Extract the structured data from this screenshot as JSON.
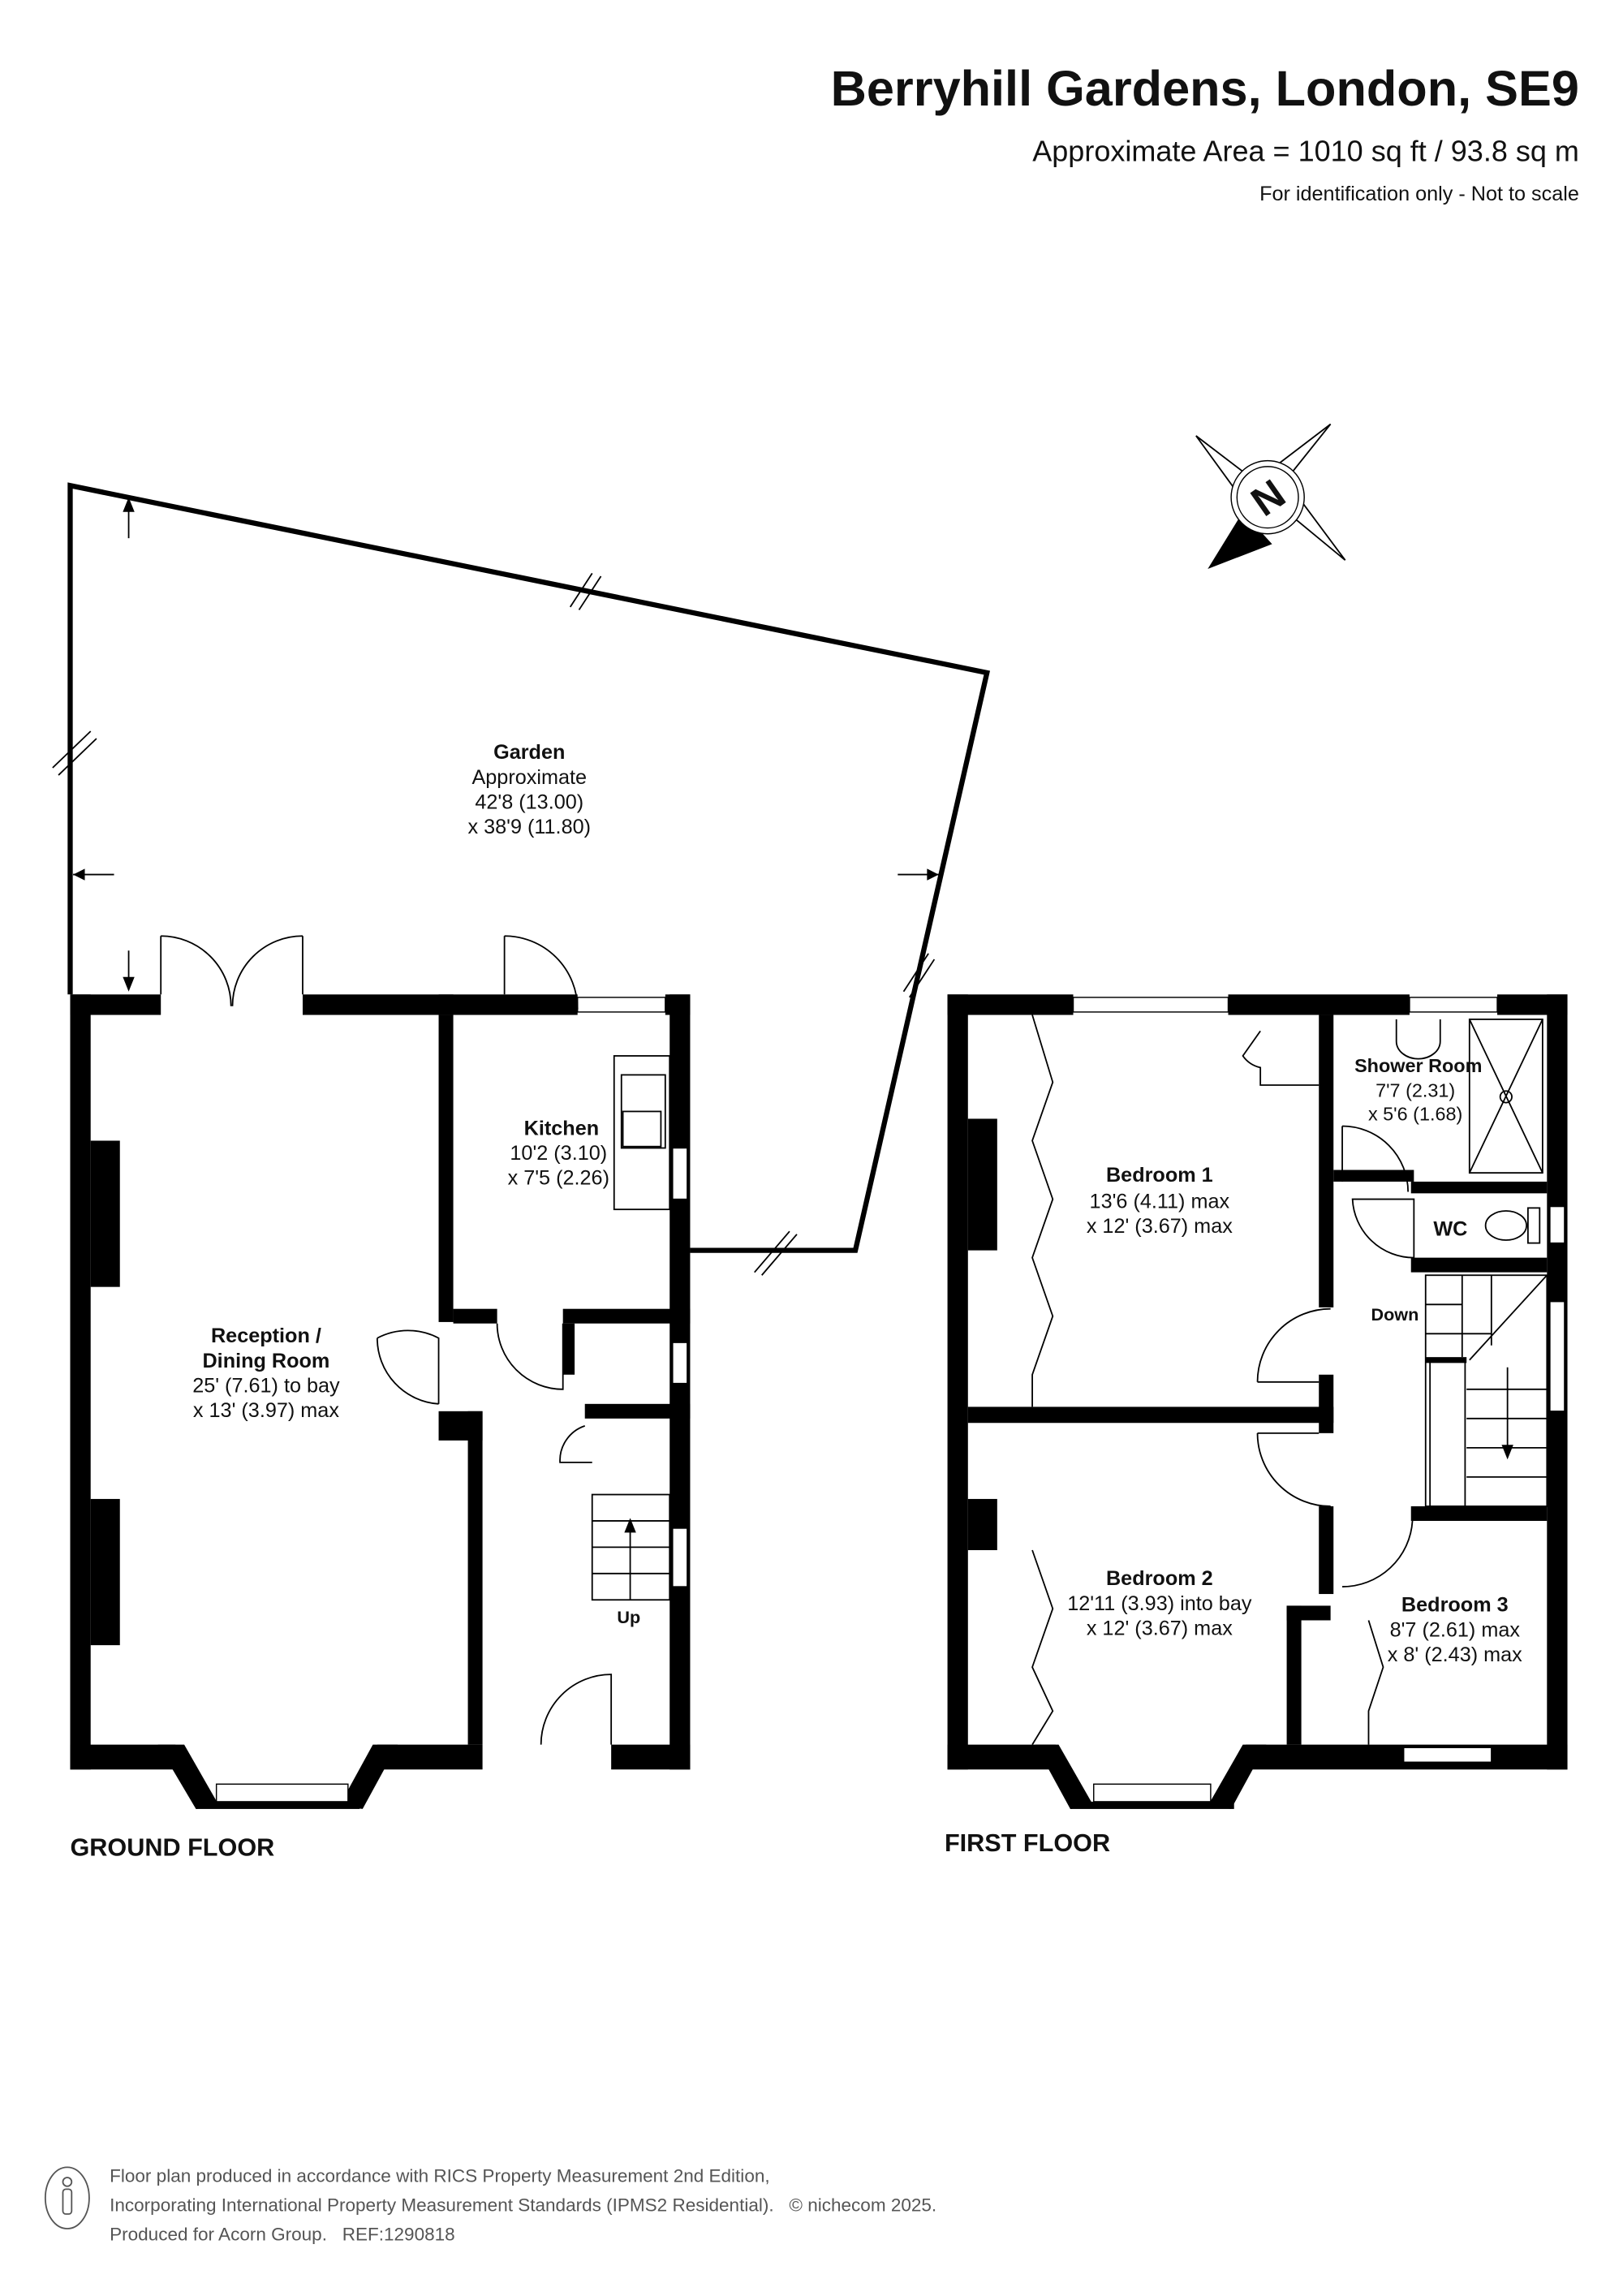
{
  "header": {
    "title": "Berryhill Gardens, London, SE9",
    "area": "Approximate Area = 1010 sq ft / 93.8 sq m",
    "disclaimer": "For identification only - Not to scale"
  },
  "compass": {
    "label": "N"
  },
  "ground_floor": {
    "label": "GROUND FLOOR",
    "garden": {
      "name": "Garden",
      "line1": "Approximate",
      "line2": "42'8 (13.00)",
      "line3": "x 38'9 (11.80)"
    },
    "reception": {
      "name1": "Reception /",
      "name2": "Dining Room",
      "line1": "25' (7.61) to bay",
      "line2": "x 13' (3.97) max"
    },
    "kitchen": {
      "name": "Kitchen",
      "line1": "10'2 (3.10)",
      "line2": "x 7'5 (2.26)"
    },
    "stairs": "Up"
  },
  "first_floor": {
    "label": "FIRST FLOOR",
    "bedroom1": {
      "name": "Bedroom 1",
      "line1": "13'6 (4.11) max",
      "line2": "x 12' (3.67) max"
    },
    "bedroom2": {
      "name": "Bedroom 2",
      "line1": "12'11 (3.93) into bay",
      "line2": "x 12' (3.67) max"
    },
    "bedroom3": {
      "name": "Bedroom 3",
      "line1": "8'7 (2.61) max",
      "line2": "x 8' (2.43) max"
    },
    "shower": {
      "name": "Shower Room",
      "line1": "7'7 (2.31)",
      "line2": "x 5'6 (1.68)"
    },
    "wc": "WC",
    "stairs": "Down"
  },
  "footer": {
    "line1": "Floor plan produced in accordance with RICS Property Measurement 2nd Edition,",
    "line2": "Incorporating International Property Measurement Standards (IPMS2 Residential).   © nichecom 2025.",
    "line3": "Produced for Acorn Group.   REF:1290818"
  }
}
